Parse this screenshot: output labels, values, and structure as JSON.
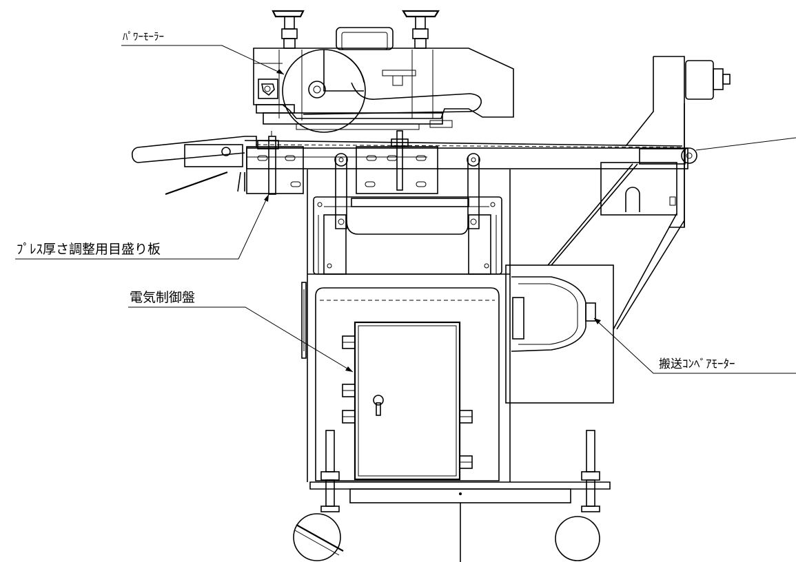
{
  "labels": {
    "power_roller": "ﾊﾟﾜｰﾓｰﾗｰ",
    "press_scale": "ﾌﾟﾚｽ厚さ調整用目盛り板",
    "control_panel": "電気制御盤",
    "conveyor_motor": "搬送ｺﾝﾍﾞｱﾓｰﾀｰ"
  }
}
